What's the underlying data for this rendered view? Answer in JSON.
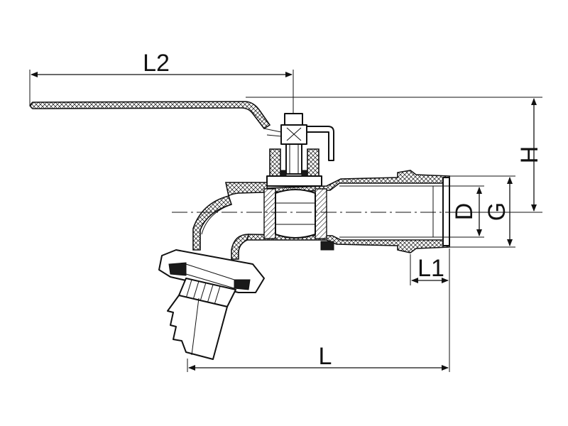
{
  "labels": {
    "L2": "L2",
    "L": "L",
    "L1": "L1",
    "H": "H",
    "G": "G",
    "D": "D"
  }
}
